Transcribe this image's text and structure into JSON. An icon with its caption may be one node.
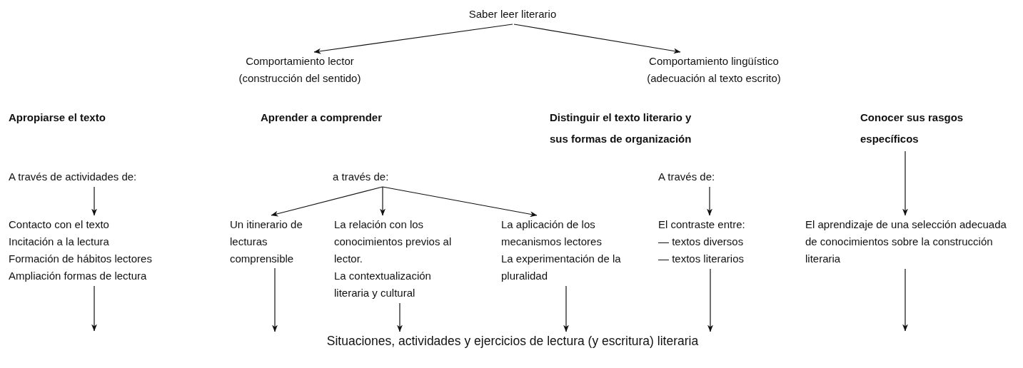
{
  "diagram": {
    "nodes": [
      {
        "text": [
          "Saber leer literario"
        ]
      },
      {
        "text": [
          "Comportamiento lector (construcción del sentido)"
        ]
      },
      {
        "text": [
          "Comportamiento lingüístico (adecuación al texto escrito)"
        ]
      },
      {
        "text": [
          "Apropiarse el texto"
        ]
      },
      {
        "text": [
          "Aprender a comprender"
        ]
      },
      {
        "text": [
          "Distinguir el texto literario y sus formas de organización"
        ]
      },
      {
        "text": [
          "Conocer sus rasgos específicos"
        ]
      },
      {
        "text": [
          "A través de actividades de:"
        ]
      },
      {
        "text": [
          "a través de:"
        ]
      },
      {
        "text": [
          "A través de:"
        ]
      },
      {
        "text": [
          "Contacto con el texto",
          "Incitación a la lectura",
          "Formación de hábitos lectores",
          "Ampliación formas de lectura"
        ]
      },
      {
        "text": [
          "Un itinerario de lecturas comprensible"
        ]
      },
      {
        "text": [
          "La relación con los conocimientos previos al lector.",
          "La contextualización literaria y cultural"
        ]
      },
      {
        "text": [
          "La aplicación de los mecanismos lectores",
          "La experimentación de la pluralidad"
        ]
      },
      {
        "text": [
          "El contraste entre:",
          "— textos diversos",
          "— textos literarios"
        ]
      },
      {
        "text": [
          "El aprendizaje de una selección adecuada de conocimientos sobre la construcción literaria"
        ]
      },
      {
        "text": [
          "Situaciones, actividades y ejercicios de lectura (y escritura) literaria"
        ]
      }
    ],
    "edges": [
      {
        "from": 0,
        "to": 1,
        "arrow": "to"
      },
      {
        "from": 0,
        "to": 2,
        "arrow": "to"
      },
      {
        "from": 7,
        "to": 10,
        "arrow": "to"
      },
      {
        "from": 8,
        "to": 11,
        "arrow": "to"
      },
      {
        "from": 8,
        "to": 12,
        "arrow": "to"
      },
      {
        "from": 8,
        "to": 13,
        "arrow": "to"
      },
      {
        "from": 9,
        "to": 14,
        "arrow": "to"
      },
      {
        "from": 6,
        "to": 15,
        "arrow": "to"
      },
      {
        "from": 10,
        "to": null,
        "arrow": "to"
      },
      {
        "from": 11,
        "to": 16,
        "arrow": "to"
      },
      {
        "from": 12,
        "to": 16,
        "arrow": "to"
      },
      {
        "from": 13,
        "to": 16,
        "arrow": "to"
      },
      {
        "from": 14,
        "to": 16,
        "arrow": "to"
      },
      {
        "from": 15,
        "to": null,
        "arrow": "to"
      }
    ]
  }
}
